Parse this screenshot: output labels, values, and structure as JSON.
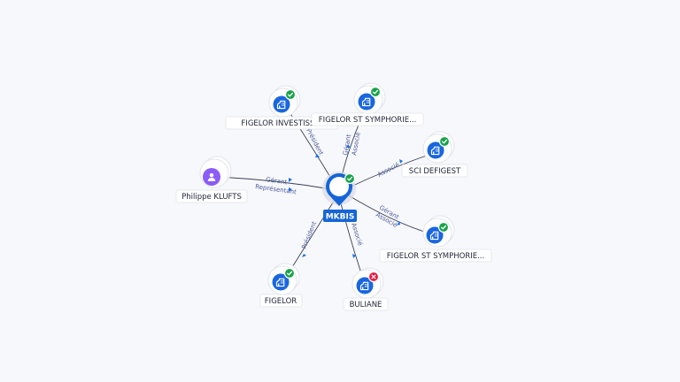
{
  "graph": {
    "center": {
      "label": "MKBIS",
      "status": "active",
      "icon": "building-icon"
    },
    "nodes": [
      {
        "id": "figelor-investiss",
        "label": "FIGELOR INVESTISS...",
        "type": "company",
        "status": "active",
        "icon": "building-icon"
      },
      {
        "id": "figelor-st-symphorie-1",
        "label": "FIGELOR ST SYMPHORIE...",
        "type": "company",
        "status": "active",
        "icon": "building-icon"
      },
      {
        "id": "sci-defigest",
        "label": "SCI DEFIGEST",
        "type": "company",
        "status": "active",
        "icon": "building-icon"
      },
      {
        "id": "figelor-st-symphorie-2",
        "label": "FIGELOR ST SYMPHORIE...",
        "type": "company",
        "status": "active",
        "icon": "building-icon"
      },
      {
        "id": "buliane",
        "label": "BULIANE",
        "type": "company",
        "status": "inactive",
        "icon": "building-icon"
      },
      {
        "id": "figelor",
        "label": "FIGELOR",
        "type": "company",
        "status": "active",
        "icon": "building-icon"
      },
      {
        "id": "philippe-klufts",
        "label": "Philippe KLUFTS",
        "type": "person",
        "status": "none",
        "icon": "person-icon"
      }
    ],
    "edges": [
      {
        "to": "figelor-investiss",
        "labels": [
          "Président"
        ]
      },
      {
        "to": "figelor-st-symphorie-1",
        "labels": [
          "Gérant",
          "Associé"
        ]
      },
      {
        "to": "sci-defigest",
        "labels": [
          "Associé"
        ]
      },
      {
        "to": "figelor-st-symphorie-2",
        "labels": [
          "Gérant",
          "Associé"
        ]
      },
      {
        "to": "buliane",
        "labels": [
          "Associé"
        ]
      },
      {
        "to": "figelor",
        "labels": [
          "Président"
        ]
      },
      {
        "to": "philippe-klufts",
        "labels": [
          "Gérant",
          "Représentant"
        ]
      }
    ],
    "colors": {
      "company": "#1a66e0",
      "person": "#8b5cf6",
      "active_badge": "#17a34a",
      "inactive_badge": "#e5173f",
      "center_label": "#1565d8",
      "edge_label": "#4a5a9a"
    }
  }
}
